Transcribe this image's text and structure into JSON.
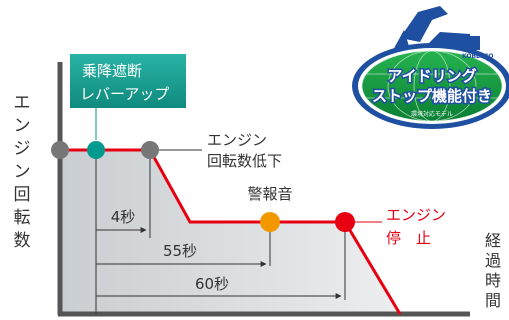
{
  "diagram": {
    "y_axis_label": [
      "エ",
      "ン",
      "ジ",
      "ン",
      "回",
      "転",
      "数"
    ],
    "x_axis_label": [
      "経",
      "過",
      "時",
      "間"
    ],
    "callout_lever_up": [
      "乗降遮断",
      "レバーアップ"
    ],
    "label_rpm_down": [
      "エンジン",
      "回転数低下"
    ],
    "label_alarm": "警報音",
    "label_engine_stop": [
      "エンジン",
      "停　止"
    ],
    "interval_4s": "4秒",
    "interval_55s": "55秒",
    "interval_60s": "60秒",
    "badge": {
      "brand": "KOBELCO",
      "line1": "アイドリング",
      "line2": "ストップ機能付き",
      "sub": "環境対応モデル"
    },
    "colors": {
      "line_red": "#e60012",
      "area_gray": "#d9dcde",
      "axis": "#555555",
      "teal": "#009a8e",
      "callout_bg": "#1a9c8f",
      "orange": "#f39800",
      "gray_dot": "#777777",
      "badge_blue": "#1e4fa0",
      "badge_green": "#0c9b3f"
    }
  }
}
